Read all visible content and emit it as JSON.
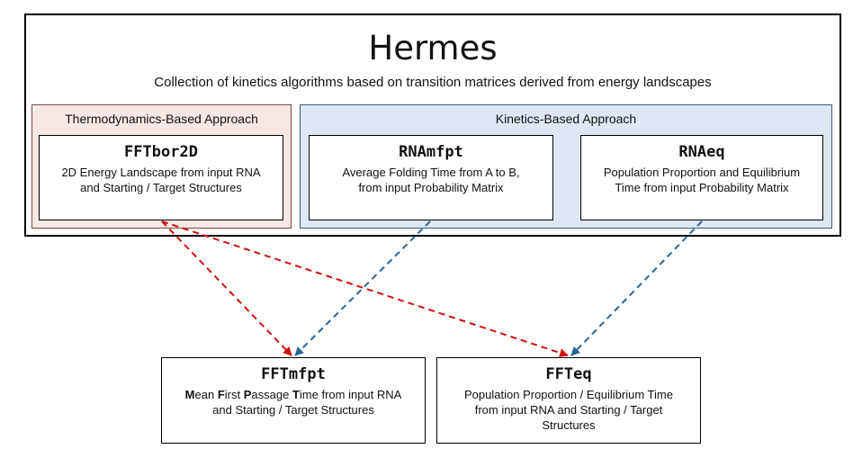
{
  "header": {
    "title": "Hermes",
    "subtitle": "Collection of kinetics algorithms based on transition matrices derived from energy landscapes"
  },
  "groups": {
    "thermodynamics": {
      "label": "Thermodynamics-Based Approach"
    },
    "kinetics": {
      "label": "Kinetics-Based Approach"
    }
  },
  "tools": {
    "fftbor2d": {
      "name": "FFTbor2D",
      "desc_line1": "2D Energy Landscape from input RNA",
      "desc_line2": "and Starting / Target Structures"
    },
    "rnamfpt": {
      "name": "RNAmfpt",
      "desc_line1": "Average Folding Time from A to B,",
      "desc_line2": "from input Probability Matrix"
    },
    "rnaeq": {
      "name": "RNAeq",
      "desc_line1": "Population Proportion and Equilibrium",
      "desc_line2": "Time from input Probability Matrix"
    },
    "fftmfpt": {
      "name": "FFTmfpt",
      "desc_m": "M",
      "desc_ean": "ean ",
      "desc_f": "F",
      "desc_irst": "irst ",
      "desc_p": "P",
      "desc_assage": "assage ",
      "desc_t": "T",
      "desc_ime": "ime from input RNA",
      "desc_line2": "and Starting / Target Structures"
    },
    "ffteq": {
      "name": "FFTeq",
      "desc_line1": "Population Proportion / Equilibrium Time",
      "desc_line2": "from input RNA and Starting / Target",
      "desc_line3": "Structures"
    }
  },
  "colors": {
    "thermo_arrow": "#d01010",
    "kinetic_arrow": "#2a6496"
  }
}
